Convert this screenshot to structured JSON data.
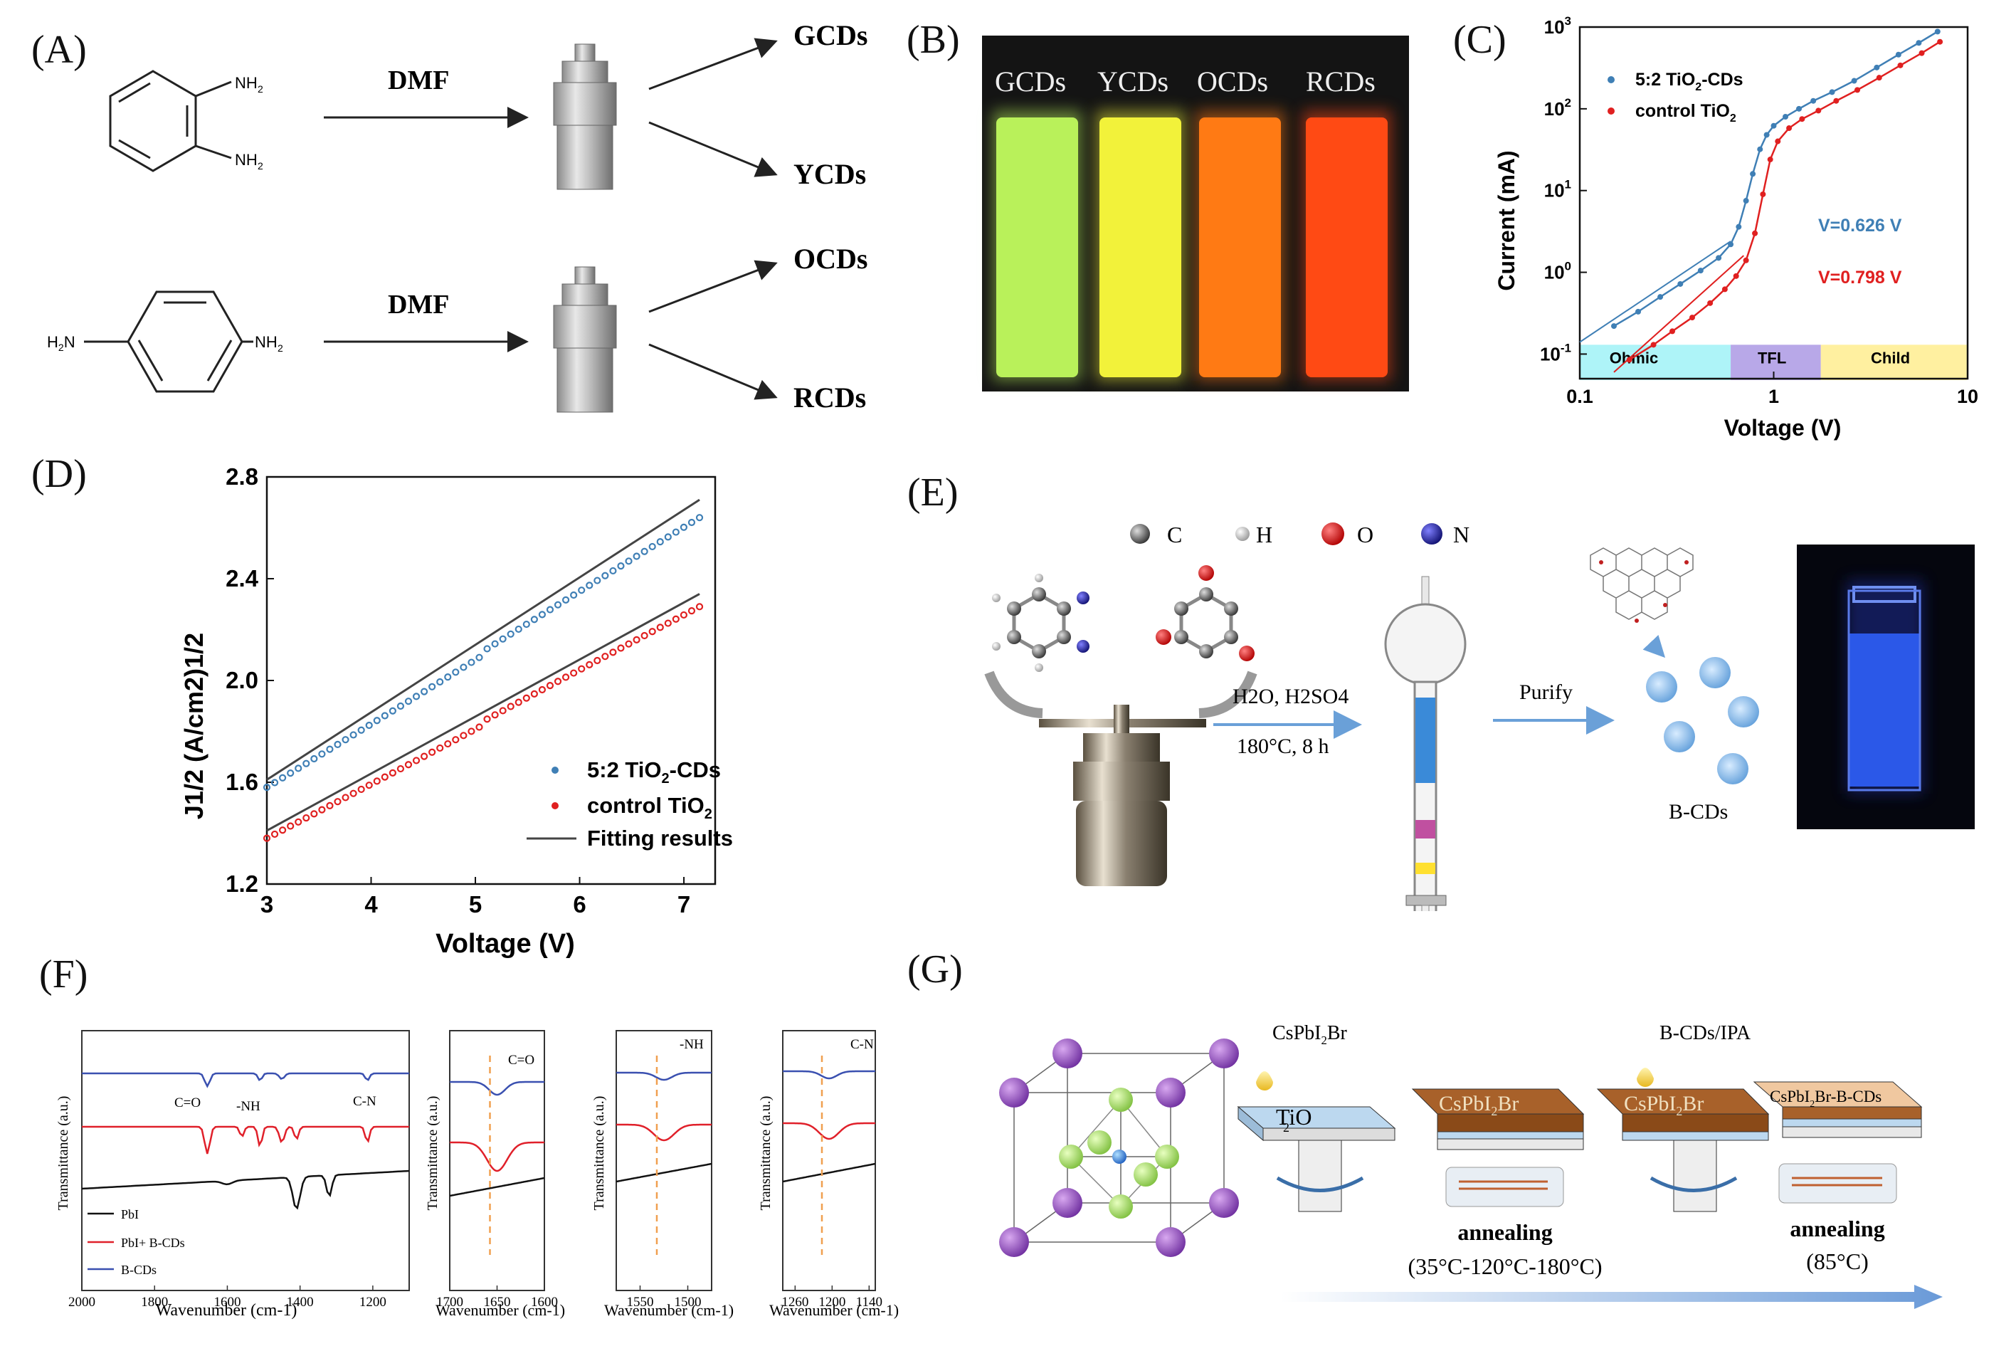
{
  "panels": {
    "A": {
      "label": "(A)",
      "solvent": "DMF",
      "molecule1": {
        "nh2_top": "NH",
        "nh2_bottom": "NH"
      },
      "molecule2": {
        "left": "H",
        "right": "NH"
      },
      "products": [
        "GCDs",
        "YCDs",
        "OCDs",
        "RCDs"
      ]
    },
    "B": {
      "label": "(B)",
      "vials": [
        {
          "name": "GCDs",
          "color": "#b9f15a"
        },
        {
          "name": "YCDs",
          "color": "#f2f23a"
        },
        {
          "name": "OCDs",
          "color": "#ff7a14"
        },
        {
          "name": "RCDs",
          "color": "#ff4a14"
        }
      ]
    },
    "C": {
      "label": "(C)",
      "legend": [
        "5:2 TiO-CDs",
        "control TiO"
      ],
      "vtfl1": "V=0.626 V",
      "vtfl2": "V=0.798 V",
      "regions": [
        "Ohmic",
        "TFL",
        "Child"
      ],
      "xlabel": "Voltage (V)",
      "ylabel": "Current (mA)"
    },
    "D": {
      "label": "(D)",
      "legend": [
        "5:2 TiO-CDs",
        "control TiO",
        "Fitting results"
      ],
      "xlabel": "Voltage (V)",
      "ylabel": "J1/2 (A/cm2)1/2"
    },
    "E": {
      "label": "(E)",
      "atoms": [
        "C",
        "H",
        "O",
        "N"
      ],
      "conditions1": "H2O, H2SO4",
      "conditions2": "180°C, 8 h",
      "purify": "Purify",
      "product": "B-CDs"
    },
    "F": {
      "label": "(F)",
      "ylabel": "Transmittance (a.u.)",
      "xlabel": "Wavenumber (cm-1)",
      "legend": [
        "PbI",
        "PbI+ B-CDs",
        "B-CDs"
      ],
      "peaks_main": [
        "C=O",
        "-NH",
        "C-N"
      ],
      "peaks_sub": [
        "C=O",
        "-NH",
        "C-N"
      ]
    },
    "G": {
      "label": "(G)",
      "drop1": "CsPbIBr",
      "drop2": "B-CDs/IPA",
      "layer_tio2": "TiO",
      "layer_film": "CsPbIBr",
      "layer_film2": "CsPbIBr",
      "layer_final": "CsPbIBr-B-CDs",
      "anneal": "annealing",
      "anneal_temp1": "(35°C-120°C-180°C)",
      "anneal_temp2": "(85°C)"
    }
  },
  "chart_data": [
    {
      "type": "scatter",
      "panel": "C",
      "xlabel": "Voltage (V)",
      "ylabel": "Current (mA)",
      "xscale": "log",
      "yscale": "log",
      "xlim": [
        0.1,
        10
      ],
      "ylim": [
        0.05,
        1000
      ],
      "xticks": [
        "0.1",
        "1",
        "10"
      ],
      "yticks": [
        "10^-1",
        "10^0",
        "10^1",
        "10^2",
        "10^3"
      ],
      "legend_position": "top-left",
      "series": [
        {
          "name": "5:2 TiO2-CDs",
          "color": "#3f7fb5",
          "x": [
            0.15,
            0.2,
            0.26,
            0.33,
            0.42,
            0.52,
            0.6,
            0.66,
            0.72,
            0.78,
            0.85,
            0.92,
            1.0,
            1.15,
            1.35,
            1.6,
            2.0,
            2.6,
            3.4,
            4.4,
            5.6,
            7.0
          ],
          "y": [
            0.22,
            0.33,
            0.5,
            0.72,
            1.05,
            1.5,
            2.2,
            3.6,
            7.5,
            16,
            32,
            48,
            62,
            80,
            100,
            125,
            160,
            220,
            320,
            460,
            640,
            880
          ]
        },
        {
          "name": "control TiO2",
          "color": "#e02020",
          "x": [
            0.18,
            0.24,
            0.3,
            0.38,
            0.47,
            0.56,
            0.64,
            0.72,
            0.8,
            0.88,
            0.96,
            1.05,
            1.2,
            1.4,
            1.7,
            2.1,
            2.7,
            3.5,
            4.5,
            5.8,
            7.2
          ],
          "y": [
            0.085,
            0.13,
            0.19,
            0.28,
            0.42,
            0.62,
            0.9,
            1.4,
            3.0,
            9.0,
            24,
            40,
            58,
            75,
            95,
            125,
            170,
            240,
            340,
            480,
            660
          ]
        }
      ]
    },
    {
      "type": "scatter",
      "panel": "D",
      "xlabel": "Voltage (V)",
      "ylabel": "J1/2 (A/cm2)1/2",
      "xlim": [
        3,
        7.3
      ],
      "ylim": [
        1.2,
        2.8
      ],
      "xticks": [
        3,
        4,
        5,
        6,
        7
      ],
      "yticks": [
        1.2,
        1.6,
        2.0,
        2.4,
        2.8
      ],
      "legend_position": "bottom-right",
      "series": [
        {
          "name": "5:2 TiO2-CDs",
          "color": "#3f7fb5",
          "x_start": 3.0,
          "x_end": 7.15,
          "y_start": 1.58,
          "y_end": 2.64
        },
        {
          "name": "control TiO2",
          "color": "#e02020",
          "x_start": 3.0,
          "x_end": 7.15,
          "y_start": 1.38,
          "y_end": 2.29
        },
        {
          "name": "Fitting results",
          "color": "#444444",
          "lines": [
            {
              "x": [
                3.0,
                7.15
              ],
              "y": [
                1.61,
                2.71
              ]
            },
            {
              "x": [
                3.0,
                7.15
              ],
              "y": [
                1.41,
                2.34
              ]
            }
          ]
        }
      ]
    },
    {
      "type": "line",
      "panel": "F",
      "subplots": [
        {
          "xlim": [
            2000,
            1100
          ],
          "xticks": [
            2000,
            1800,
            1600,
            1400,
            1200
          ]
        },
        {
          "xlim": [
            1700,
            1600
          ],
          "xticks": [
            1700,
            1650,
            1600
          ]
        },
        {
          "xlim": [
            1575,
            1475
          ],
          "xticks": [
            1550,
            1500
          ]
        },
        {
          "xlim": [
            1280,
            1130
          ],
          "xticks": [
            1260,
            1200,
            1140
          ]
        }
      ],
      "series": [
        {
          "name": "PbI2",
          "color": "#111111"
        },
        {
          "name": "PbI2+ B-CDs",
          "color": "#e0202a"
        },
        {
          "name": "B-CDs",
          "color": "#3a50b0"
        }
      ]
    }
  ]
}
